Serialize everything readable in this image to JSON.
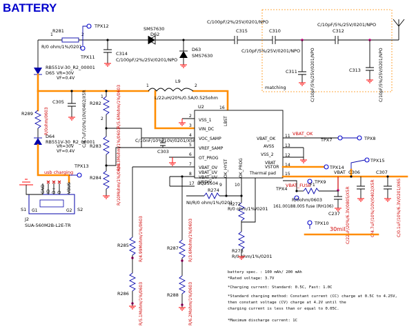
{
  "title": "BATTERY",
  "chip": {
    "designator": "U2",
    "part": "BQ25504",
    "pins_left": [
      {
        "num": "2",
        "name": "VSS_1"
      },
      {
        "num": "3",
        "name": "VIN_DC"
      },
      {
        "num": "4",
        "name": "VOC_SAMP"
      },
      {
        "num": "5",
        "name": "VREF_SAMP"
      },
      {
        "num": "6",
        "name": "OT_PROG"
      },
      {
        "num": "7",
        "name": "VBAT_OV"
      },
      {
        "num": "8",
        "name": "VBAT_UV"
      },
      {
        "num": "17",
        "name": "VRDIV"
      }
    ],
    "pins_right": [
      {
        "num": "11",
        "name": "VBAT_OK"
      },
      {
        "num": "13",
        "name": "AVSS"
      },
      {
        "num": "12",
        "name": "VSS_2"
      },
      {
        "num": "14",
        "name": "VBAT"
      },
      {
        "num": "15",
        "name": "VSTOR"
      },
      {
        "num": "",
        "name": "Thermal pad"
      }
    ],
    "pins_top": [
      {
        "num": "16",
        "name": "LBST"
      }
    ],
    "pins_bottom": [
      {
        "num": "9",
        "name": "OK_HYST"
      },
      {
        "num": "10",
        "name": "OK_PROG"
      }
    ]
  },
  "labels": {
    "r281": "R281",
    "r281_val": "R/0 ohm/1%/0201",
    "tpx12": "TPX12",
    "tpx11": "TPX11",
    "sms7630": "SMS7630",
    "d62": "D62",
    "c314": "C314",
    "c314_val": "C/100pF/2%/25V/0201/NPO",
    "d63": "D63",
    "d63_val": "SMS7630",
    "c315_val": "C/100pF/2%/25V/0201/NPO",
    "c315": "C315",
    "c310": "C310",
    "c310_val": "C/10pF/5%/25V/0201/NPO",
    "c312": "C312",
    "c312_val": "C/10pF/5%/25V/0201/NPO",
    "c311": "C311",
    "c311_val": "C/10pF/5%/25V/0201/NPO",
    "c313": "C313",
    "c313_val": "C/10pF/5%/25V/0201/NPO",
    "matching": "matching",
    "d65": "D65",
    "d65_part": "RB551V-30_R2_00001",
    "d65_vr": "VR=30V",
    "d65_vf": "VF=0.4V",
    "l9": "L9",
    "l9_val": "L/22uH/20%/0.5A/0.525ohm",
    "c305": "C305",
    "c305_val": "C/4.7uF/10%/10V/0402/X5R",
    "r282": "R282",
    "r282_val": "R/5.6Mohm/1%/0603",
    "r289": "R289",
    "r289_val": "R/0ohm/0603",
    "r283": "R283",
    "r283_val": "R/4.3Mohm/1%/0603",
    "c303": "C303",
    "c303_val": "C/10nF/10%/10V/0201/X5R",
    "d64": "D64",
    "d64_part": "RB551V-30_R2_00001",
    "d64_vr": "VR=30V",
    "d64_vf": "VF=0.4V",
    "r284": "R284",
    "r284_val": "R/10Mohm/1%/0603",
    "tpx13": "TPX13",
    "usb_charging": "usb charging",
    "s1": "S1",
    "s2": "S2",
    "g1": "G1",
    "g2": "G2",
    "j2": "J2",
    "j2_part": "SUA-560M2B-L2E-TR",
    "usb_pins": [
      "GND",
      "ID",
      "D+",
      "D-",
      "VBUS"
    ],
    "vbat_ok": "VBAT_OK",
    "tpx7": "TPX7",
    "tpx8": "TPX8",
    "tpx14": "TPX14",
    "tpx15": "TPX15",
    "vbat_fuse": "VBAT_FUSE",
    "vbat": "VBAT",
    "tpx9": "TPX9",
    "tpx4": "TPX4",
    "f1": "F1",
    "f1_val": "R/0ohm/0603",
    "f1_note": "161.00188.005 fuse (RH106)",
    "c306": "C306",
    "c306_val": "C/4.7uF/10%/10V/0402/X5R",
    "c307": "C307",
    "c307_val": "C/0.1uF/10%/6.3V/0201/X6S",
    "c237": "C237",
    "c237_val": "C/22uF/20%/6.3V/0805/X5R",
    "tpx10": "TPX10",
    "trace_width": "30mil",
    "r274": "R274",
    "r274_val": "NI/R/0 ohm/1%/0201",
    "r272": "R272",
    "r272_val": "R/0 ohm/1%/0201",
    "r273": "R273",
    "r273_val": "R/0 ohm/1%/0201",
    "r285": "R285",
    "r285_val": "R/4.99Mohm/1%/0603",
    "r286": "R286",
    "r286_val": "R/5.1Mohm/1%/0603",
    "r287": "R287",
    "r287_val": "R/3.6Mohm/1%/0603",
    "r288": "R288",
    "r288_val": "R/6.2Mohm/1%/0603"
  },
  "notes": [
    "battery spec. : 100 mAh/ 200 mAh",
    "*Rated voltage: 3.7V",
    "*Charging current: Standard: 0.5C, Fast: 1.0C",
    "*Standard charging method: Constant current (CC) charge at 0.5C to 4.25V,",
    " then constant voltage (CV) charge at 4.2V until the",
    " charging current is less than or equal to 0.05C.",
    "*Maximum discharge current: 1C"
  ]
}
